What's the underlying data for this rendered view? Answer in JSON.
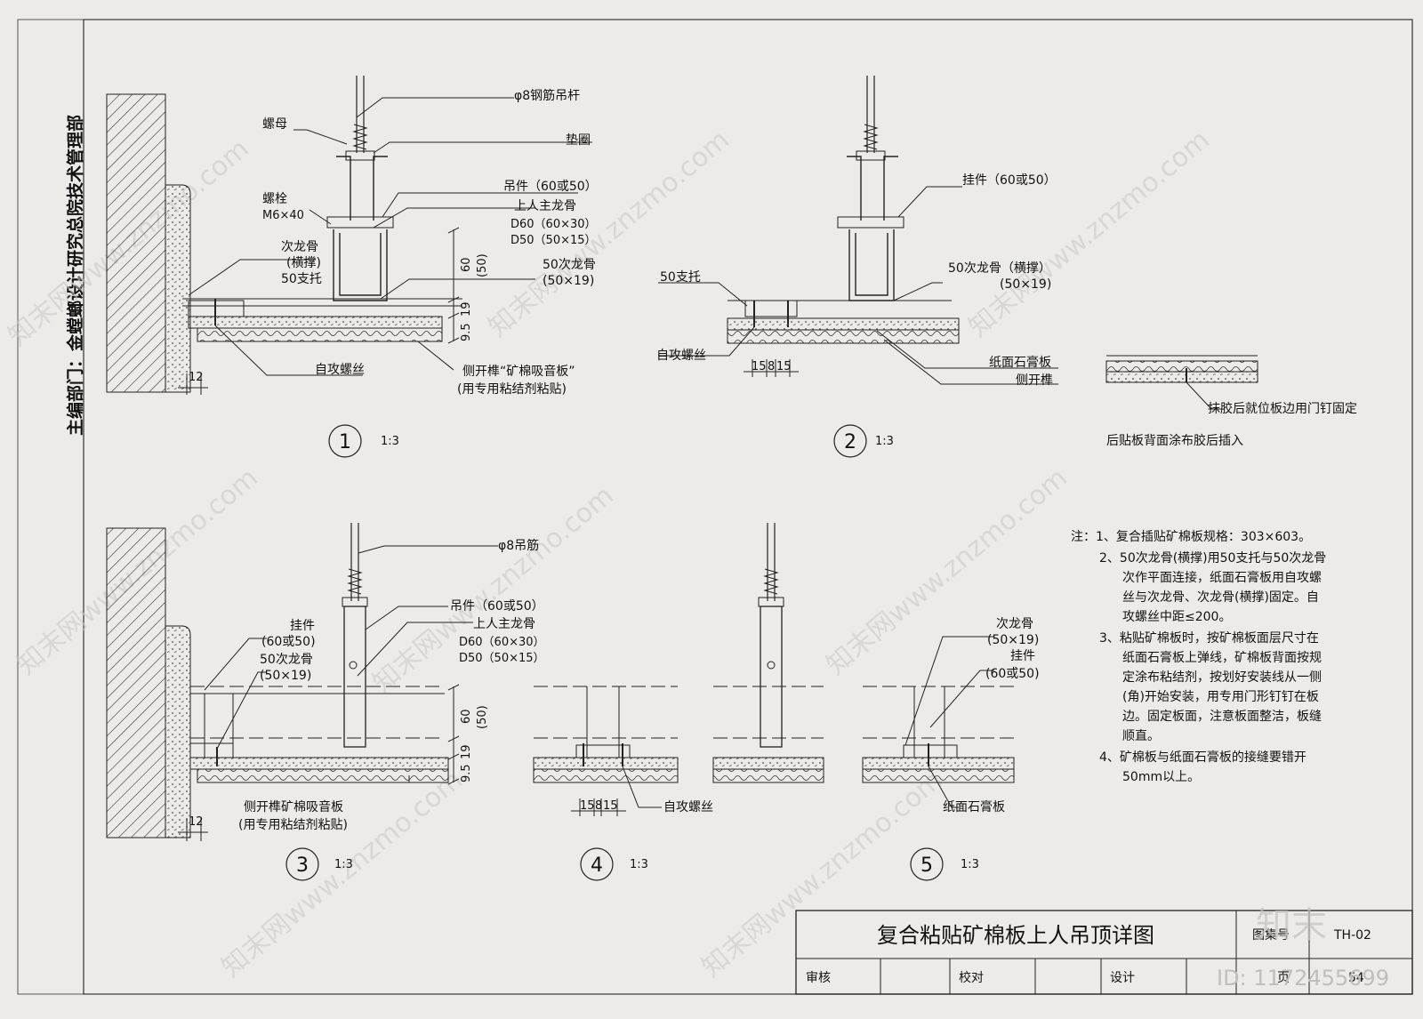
{
  "sheet": {
    "side_label": "主编部门：金螳螂设计研究总院技术管理部",
    "title": "复合粘贴矿棉板上人吊顶详图",
    "drawing_no_label": "图集号",
    "drawing_no": "TH-02",
    "review_label": "审核",
    "check_label": "校对",
    "design_label": "设计",
    "page_label": "页",
    "page_no": "54",
    "watermark": "知末网www.znzmo.com",
    "watermark_logo": "知末",
    "image_id": "ID: 1172455699"
  },
  "details": [
    {
      "number": "1",
      "scale": "1:3"
    },
    {
      "number": "2",
      "scale": "1:3"
    },
    {
      "number": "3",
      "scale": "1:3"
    },
    {
      "number": "4",
      "scale": "1:3"
    },
    {
      "number": "5",
      "scale": "1:3"
    }
  ],
  "d1": {
    "rod": "φ8钢筋吊杆",
    "nut": "螺母",
    "washer": "垫圈",
    "bolt": "螺栓",
    "bolt_size": "M6×40",
    "hanger": "吊件（60或50）",
    "main_keel": "上人主龙骨",
    "main_keel_d60": "D60（60×30）",
    "main_keel_d50": "D50（50×15）",
    "sec_keel": "次龙骨",
    "sec_keel_sub": "(横撑)",
    "support": "50支托",
    "keel50": "50次龙骨",
    "keel50_size": "(50×19)",
    "screw": "自攻螺丝",
    "board": "侧开榫“矿棉吸音板”",
    "board_sub": "(用专用粘结剂粘贴)",
    "dim_60": "60",
    "dim_50": "(50)",
    "dim_19": "19",
    "dim_95": "9.5",
    "dim_12": "12"
  },
  "d2": {
    "hanger": "挂件（60或50）",
    "support": "50支托",
    "keel50": "50次龙骨（横撑）",
    "keel50_size": "(50×19)",
    "screw": "自攻螺丝",
    "gypsum": "纸面石膏板",
    "tongue": "侧开榫",
    "dim_15a": "15",
    "dim_8": "8",
    "dim_15b": "15"
  },
  "d2b": {
    "fix": "抹胶后就位板边用门钉固定",
    "insert": "后贴板背面涂布胶后插入"
  },
  "d3": {
    "rod": "φ8吊筋",
    "hanger": "吊件（60或50）",
    "main_keel": "上人主龙骨",
    "main_keel_d60": "D60（60×30）",
    "main_keel_d50": "D50（50×15）",
    "pendant": "挂件",
    "pendant_size": "(60或50)",
    "keel50": "50次龙骨",
    "keel50_size": "(50×19)",
    "board": "侧开榫矿棉吸音板",
    "board_sub": "(用专用粘结剂粘贴)",
    "dim_60": "60",
    "dim_50": "(50)",
    "dim_19": "19",
    "dim_95": "9.5",
    "dim_12": "12"
  },
  "d4": {
    "screw": "自攻螺丝",
    "dim_15a": "15",
    "dim_8": "8",
    "dim_15b": "15"
  },
  "d5": {
    "sec_keel": "次龙骨",
    "sec_keel_size": "(50×19)",
    "pendant": "挂件",
    "pendant_size": "(60或50)",
    "gypsum": "纸面石膏板"
  },
  "notes": {
    "lines": [
      "注：1、复合插贴矿棉板规格：303×603。",
      "2、50次龙骨(横撑)用50支托与50次龙骨",
      "次作平面连接，纸面石膏板用自攻螺",
      "丝与次龙骨、次龙骨(横撑)固定。自",
      "攻螺丝中距≤200。",
      "3、粘贴矿棉板时，按矿棉板面层尺寸在",
      "纸面石膏板上弹线，矿棉板背面按规",
      "定涂布粘结剂，按划好安装线从一侧",
      "(角)开始安装，用专用门形钉钉在板",
      "边。固定板面，注意板面整洁，板缝",
      "顺直。",
      "4、矿棉板与纸面石膏板的接缝要错开",
      "50mm以上。"
    ]
  }
}
